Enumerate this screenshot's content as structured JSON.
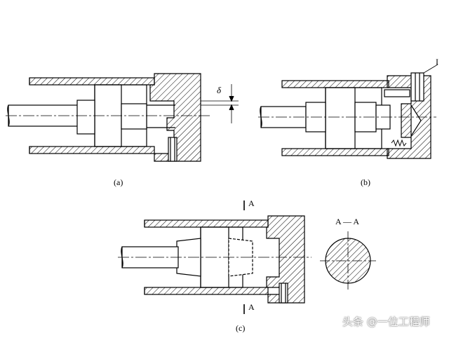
{
  "figures": {
    "a": {
      "caption": "(a)",
      "dimension_symbol": "δ"
    },
    "b": {
      "caption": "(b)",
      "callout": "I"
    },
    "c": {
      "caption": "(c)",
      "section_mark_top": "A",
      "section_mark_bottom": "A",
      "section_title": "A — A"
    }
  },
  "watermark": {
    "text": "头条 @一位工程师"
  }
}
